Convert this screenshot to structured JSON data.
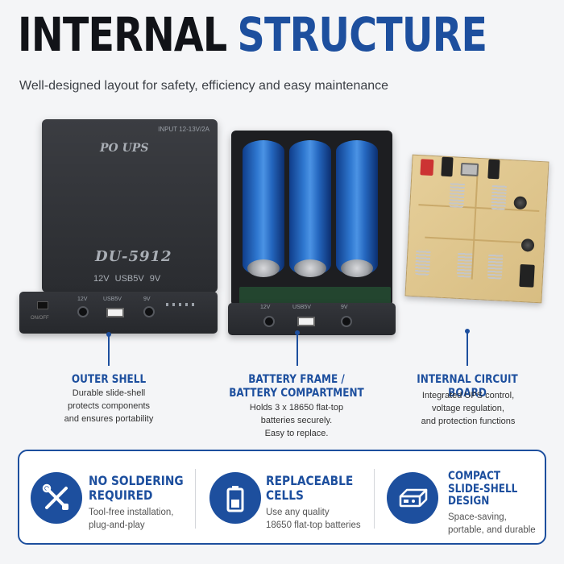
{
  "header": {
    "title_part1": "INTERNAL",
    "title_part2": "STRUCTURE",
    "subtitle": "Well-designed layout for safety, efficiency and easy maintenance"
  },
  "device": {
    "input_label": "INPUT 12-13V/2A",
    "brand": "PO UPS",
    "model": "DU-5912",
    "port_row": "12V  USB5V  9V",
    "switch_label": "ON/OFF",
    "port_12v": "12V",
    "port_usb": "USB5V",
    "port_9v": "9V"
  },
  "callouts": {
    "outer_shell": {
      "heading": "OUTER SHELL",
      "lines": [
        "Durable slide-shell",
        "protects components",
        "and ensures portability"
      ]
    },
    "battery_frame": {
      "heading_line1": "BATTERY FRAME /",
      "heading_line2": "BATTERY COMPARTMENT",
      "lines": [
        "Holds 3 x 18650 flat-top",
        "batteries securely.",
        "Easy to replace."
      ]
    },
    "circuit_board": {
      "heading": "INTERNAL CIRCUIT BOARD",
      "lines": [
        "Integrated UPS control,",
        "voltage regulation,",
        "and protection functions"
      ]
    }
  },
  "features": [
    {
      "icon": "tools-icon",
      "title_line1": "NO SOLDERING",
      "title_line2": "REQUIRED",
      "title_line3": "",
      "desc_line1": "Tool-free installation,",
      "desc_line2": "plug-and-play"
    },
    {
      "icon": "battery-icon",
      "title_line1": "REPLACEABLE",
      "title_line2": "CELLS",
      "title_line3": "",
      "desc_line1": "Use any quality",
      "desc_line2": "18650 flat-top batteries"
    },
    {
      "icon": "device-icon",
      "title_line1": "COMPACT",
      "title_line2": "SLIDE-SHELL",
      "title_line3": "DESIGN",
      "desc_line1": "Space-saving,",
      "desc_line2": "portable, and durable"
    }
  ],
  "colors": {
    "accent": "#1d4f9e",
    "dark": "#111318",
    "cell_blue": "#2f78d0"
  }
}
